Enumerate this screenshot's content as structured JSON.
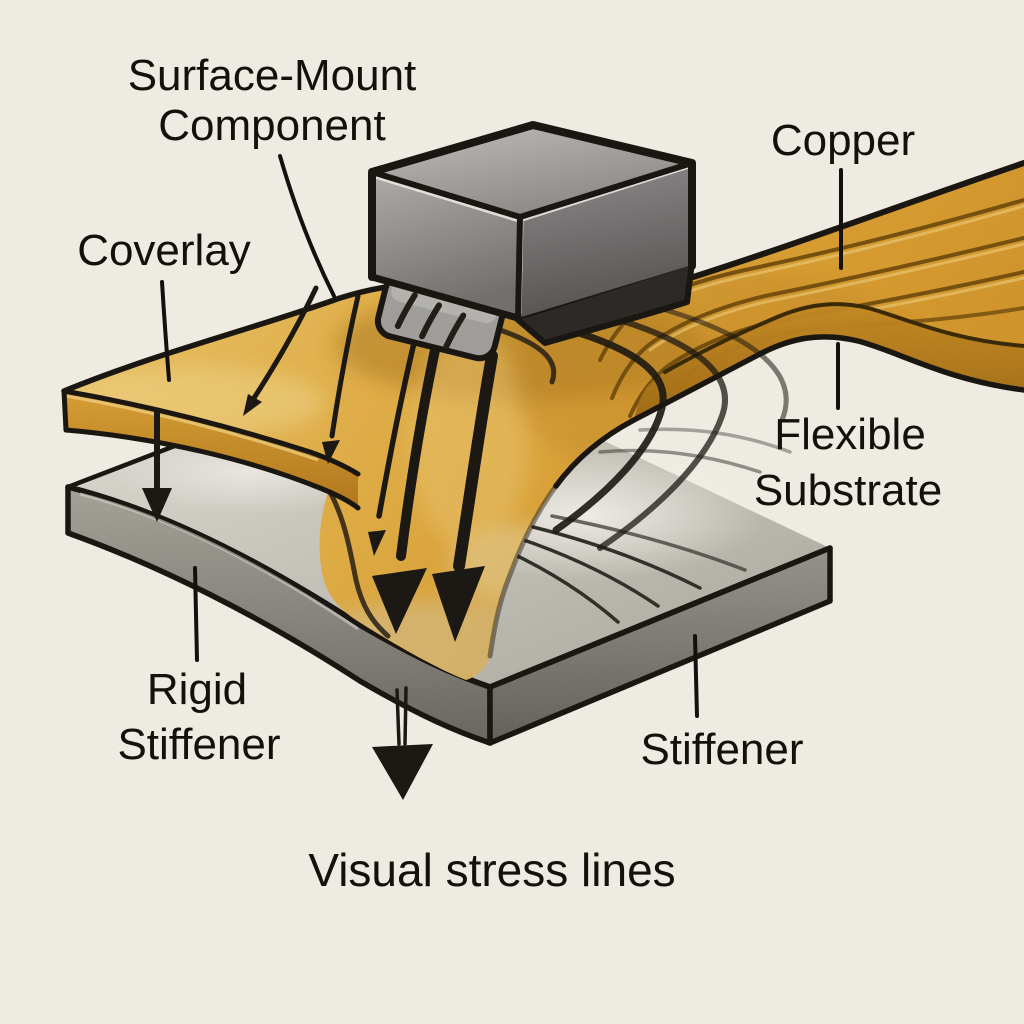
{
  "figure": {
    "type": "technical-illustration",
    "subject": "Flexible PCB rigid stiffener stress diagram",
    "background": "#f6f3ea"
  },
  "labels": {
    "surface_mount_component": {
      "line1": "Surface-Mount",
      "line2": "Component"
    },
    "copper": {
      "text": "Copper"
    },
    "coverlay": {
      "text": "Coverlay"
    },
    "flexible_substrate": {
      "line1": "Flexible",
      "line2": "Substrate"
    },
    "rigid_stiffener": {
      "line1": "Rigid",
      "line2": "Stiffener"
    },
    "stiffener": {
      "text": "Stiffener"
    },
    "caption": {
      "text": "Visual stress lines"
    }
  },
  "icons": {
    "stress_arrows": "black downward arrows showing stress flow into the stiffener"
  },
  "colors": {
    "background": "#f6f3ea",
    "flex_gold": "#e3aa3e",
    "flex_gold_light": "#f0c76a",
    "flex_gold_dark": "#b9831f",
    "copper_trace": "#7a5310",
    "stiffener_top": "#c9c6bd",
    "stiffener_front": "#8f8c84",
    "component_gray": "#9a9896",
    "outline": "#1b1713",
    "text": "#15110d"
  }
}
